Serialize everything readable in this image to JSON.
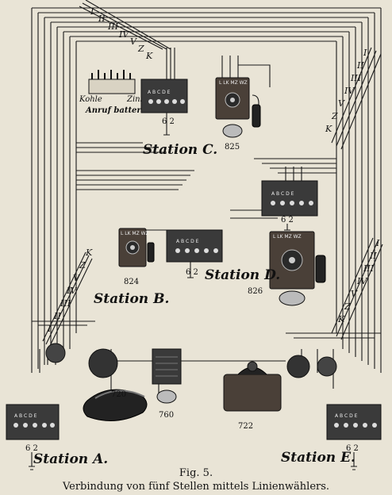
{
  "figure": {
    "number": "Fig. 5.",
    "caption": "Verbindung von fünf Stellen mittels Linienwählers."
  },
  "stations": [
    {
      "key": "C",
      "label": "Station C.",
      "apparatus": "825"
    },
    {
      "key": "D",
      "label": "Station D.",
      "apparatus": "826"
    },
    {
      "key": "B",
      "label": "Station B.",
      "apparatus": "824"
    },
    {
      "key": "A",
      "label": "Station A.",
      "apparatus": "720"
    },
    {
      "key": "E",
      "label": "Station E.",
      "apparatus": "722"
    }
  ],
  "extra_apparatus": "760",
  "line_labels": [
    "I",
    "II",
    "III",
    "IV",
    "V",
    "Z",
    "K"
  ],
  "switch_letters": "A B C D E",
  "switch_numbers": "6 2",
  "battery": {
    "left": "Kohle",
    "right": "Zink",
    "caption": "Anruf batterie"
  },
  "jack_labels": "L LK MZ WZ"
}
